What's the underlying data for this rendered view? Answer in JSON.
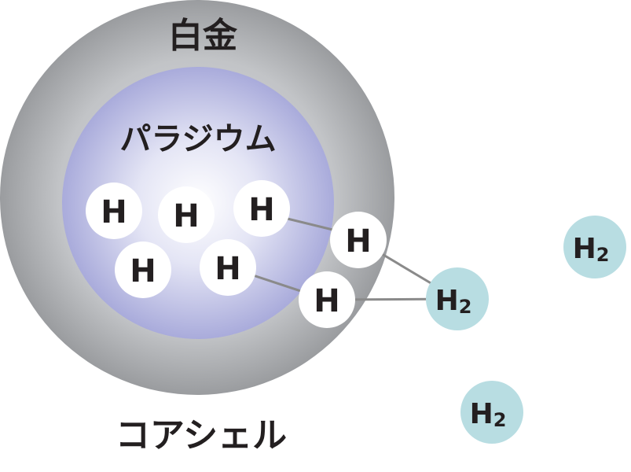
{
  "labels": {
    "outer_shell": "白金",
    "inner_core": "パラジウム",
    "structure": "コアシェル"
  },
  "hydrogen_atom_symbol": "H",
  "hydrogen_molecule": {
    "symbol": "H",
    "subscript": "2"
  },
  "colors": {
    "shell_outer": "#9a9c9f",
    "shell_inner": "#c7c9cc",
    "core_center": "#ffffff",
    "core_edge": "#a9abdb",
    "atom_fill": "#ffffff",
    "molecule_fill": "#b8dde2",
    "bond_line": "#8a8a8a",
    "text": "#231f20"
  }
}
